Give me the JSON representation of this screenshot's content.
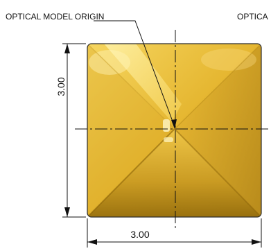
{
  "callouts": {
    "origin_left": "OPTICAL MODEL ORIGIN",
    "origin_right_partial": "OPTICA"
  },
  "dimensions": {
    "height": "3.00",
    "width": "3.00"
  },
  "colors": {
    "gold_light": "#ffe680",
    "gold_mid": "#e8bd35",
    "gold_dark": "#a67d12",
    "outline": "#2b2b2b",
    "line": "#111111"
  }
}
